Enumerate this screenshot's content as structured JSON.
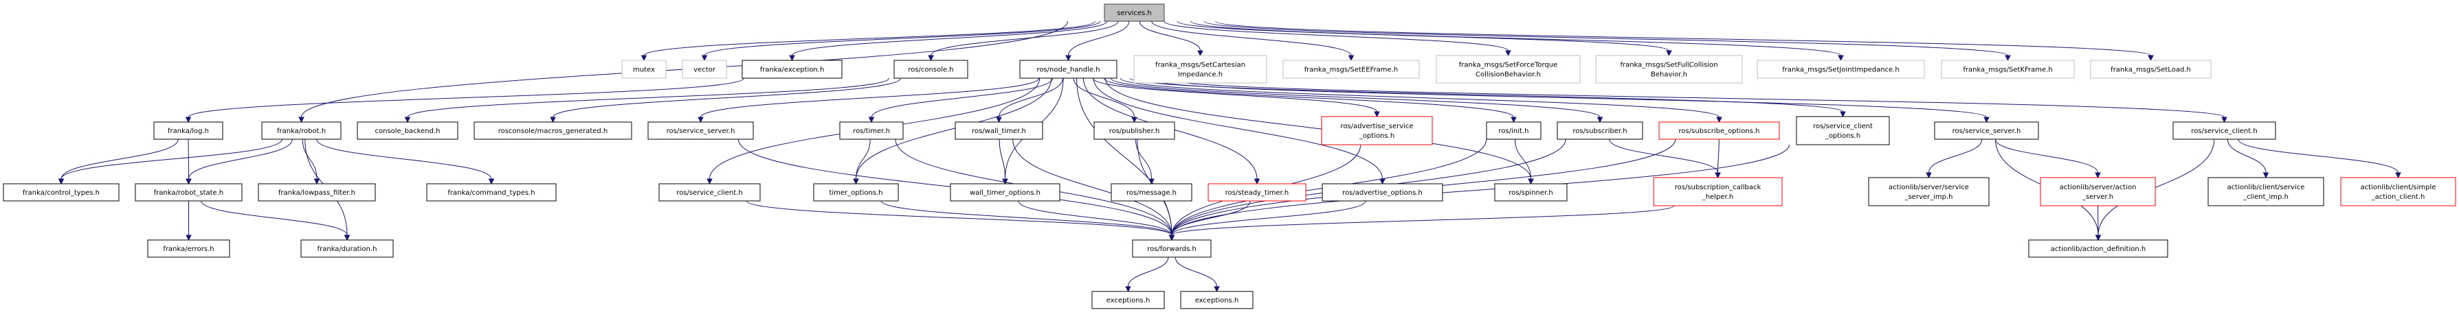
{
  "colors": {
    "edge": "#191970",
    "root_fill": "#bfbfbf",
    "external_border": "#bfbfbf",
    "missing_border": "#ff0000",
    "normal_border": "#000000"
  },
  "nodes": [
    {
      "id": "services",
      "lines": [
        "services.h"
      ],
      "kind": "root"
    },
    {
      "id": "mutex",
      "lines": [
        "mutex"
      ],
      "kind": "external"
    },
    {
      "id": "vector",
      "lines": [
        "vector"
      ],
      "kind": "external"
    },
    {
      "id": "exception",
      "lines": [
        "franka/exception.h"
      ],
      "kind": "normal"
    },
    {
      "id": "console",
      "lines": [
        "ros/console.h"
      ],
      "kind": "normal"
    },
    {
      "id": "node_handle",
      "lines": [
        "ros/node_handle.h"
      ],
      "kind": "normal"
    },
    {
      "id": "setcart",
      "lines": [
        "franka_msgs/SetCartesian",
        "Impedance.h"
      ],
      "kind": "external"
    },
    {
      "id": "seteef",
      "lines": [
        "franka_msgs/SetEEFrame.h"
      ],
      "kind": "external"
    },
    {
      "id": "setforce",
      "lines": [
        "franka_msgs/SetForceTorque",
        "CollisionBehavior.h"
      ],
      "kind": "external"
    },
    {
      "id": "setfull",
      "lines": [
        "franka_msgs/SetFullCollision",
        "Behavior.h"
      ],
      "kind": "external"
    },
    {
      "id": "setjoint",
      "lines": [
        "franka_msgs/SetJointImpedance.h"
      ],
      "kind": "external"
    },
    {
      "id": "setk",
      "lines": [
        "franka_msgs/SetKFrame.h"
      ],
      "kind": "external"
    },
    {
      "id": "setload",
      "lines": [
        "franka_msgs/SetLoad.h"
      ],
      "kind": "external"
    },
    {
      "id": "log",
      "lines": [
        "franka/log.h"
      ],
      "kind": "normal"
    },
    {
      "id": "robot",
      "lines": [
        "franka/robot.h"
      ],
      "kind": "normal"
    },
    {
      "id": "console_backend",
      "lines": [
        "console_backend.h"
      ],
      "kind": "normal"
    },
    {
      "id": "macros",
      "lines": [
        "rosconsole/macros_generated.h"
      ],
      "kind": "normal"
    },
    {
      "id": "srv_server_l",
      "lines": [
        "ros/service_server.h"
      ],
      "kind": "normal"
    },
    {
      "id": "timer",
      "lines": [
        "ros/timer.h"
      ],
      "kind": "normal"
    },
    {
      "id": "wall_timer",
      "lines": [
        "ros/wall_timer.h"
      ],
      "kind": "normal"
    },
    {
      "id": "publisher",
      "lines": [
        "ros/publisher.h"
      ],
      "kind": "normal"
    },
    {
      "id": "adv_srv_opt",
      "lines": [
        "ros/advertise_service",
        "_options.h"
      ],
      "kind": "missing"
    },
    {
      "id": "init",
      "lines": [
        "ros/init.h"
      ],
      "kind": "normal"
    },
    {
      "id": "subscriber",
      "lines": [
        "ros/subscriber.h"
      ],
      "kind": "normal"
    },
    {
      "id": "sub_opt",
      "lines": [
        "ros/subscribe_options.h"
      ],
      "kind": "missing"
    },
    {
      "id": "srv_client_opt",
      "lines": [
        "ros/service_client",
        "_options.h"
      ],
      "kind": "normal"
    },
    {
      "id": "srv_server_r",
      "lines": [
        "ros/service_server.h"
      ],
      "kind": "normal"
    },
    {
      "id": "srv_client_r",
      "lines": [
        "ros/service_client.h"
      ],
      "kind": "normal"
    },
    {
      "id": "control_types",
      "lines": [
        "franka/control_types.h"
      ],
      "kind": "normal"
    },
    {
      "id": "robot_state",
      "lines": [
        "franka/robot_state.h"
      ],
      "kind": "normal"
    },
    {
      "id": "lowpass",
      "lines": [
        "franka/lowpass_filter.h"
      ],
      "kind": "normal"
    },
    {
      "id": "command_types",
      "lines": [
        "franka/command_types.h"
      ],
      "kind": "normal"
    },
    {
      "id": "srv_client_l",
      "lines": [
        "ros/service_client.h"
      ],
      "kind": "normal"
    },
    {
      "id": "timer_options",
      "lines": [
        "timer_options.h"
      ],
      "kind": "normal"
    },
    {
      "id": "wall_timer_options",
      "lines": [
        "wall_timer_options.h"
      ],
      "kind": "normal"
    },
    {
      "id": "message",
      "lines": [
        "ros/message.h"
      ],
      "kind": "normal"
    },
    {
      "id": "steady_timer",
      "lines": [
        "ros/steady_timer.h"
      ],
      "kind": "missing"
    },
    {
      "id": "adv_opt",
      "lines": [
        "ros/advertise_options.h"
      ],
      "kind": "normal"
    },
    {
      "id": "spinner",
      "lines": [
        "ros/spinner.h"
      ],
      "kind": "normal"
    },
    {
      "id": "sub_cb_helper",
      "lines": [
        "ros/subscription_callback",
        "_helper.h"
      ],
      "kind": "missing"
    },
    {
      "id": "srv_server_imp",
      "lines": [
        "actionlib/server/service",
        "_server_imp.h"
      ],
      "kind": "normal"
    },
    {
      "id": "action_server",
      "lines": [
        "actionlib/server/action",
        "_server.h"
      ],
      "kind": "missing"
    },
    {
      "id": "srv_client_imp",
      "lines": [
        "actionlib/client/service",
        "_client_imp.h"
      ],
      "kind": "normal"
    },
    {
      "id": "simple_client",
      "lines": [
        "actionlib/client/simple",
        "_action_client.h"
      ],
      "kind": "missing"
    },
    {
      "id": "errors",
      "lines": [
        "franka/errors.h"
      ],
      "kind": "normal"
    },
    {
      "id": "duration",
      "lines": [
        "franka/duration.h"
      ],
      "kind": "normal"
    },
    {
      "id": "forwards",
      "lines": [
        "ros/forwards.h"
      ],
      "kind": "normal"
    },
    {
      "id": "action_def",
      "lines": [
        "actionlib/action_definition.h"
      ],
      "kind": "normal"
    },
    {
      "id": "exceptions1",
      "lines": [
        "exceptions.h"
      ],
      "kind": "normal"
    },
    {
      "id": "exceptions2",
      "lines": [
        "exceptions.h"
      ],
      "kind": "normal"
    }
  ],
  "edges": [
    [
      "services",
      "mutex"
    ],
    [
      "services",
      "vector"
    ],
    [
      "services",
      "exception"
    ],
    [
      "services",
      "console"
    ],
    [
      "services",
      "node_handle"
    ],
    [
      "services",
      "setcart"
    ],
    [
      "services",
      "seteef"
    ],
    [
      "services",
      "setforce"
    ],
    [
      "services",
      "setfull"
    ],
    [
      "services",
      "setjoint"
    ],
    [
      "services",
      "setk"
    ],
    [
      "services",
      "setload"
    ],
    [
      "services",
      "robot"
    ],
    [
      "exception",
      "log"
    ],
    [
      "console",
      "console_backend"
    ],
    [
      "console",
      "macros"
    ],
    [
      "node_handle",
      "srv_server_l"
    ],
    [
      "node_handle",
      "srv_client_l"
    ],
    [
      "node_handle",
      "timer"
    ],
    [
      "node_handle",
      "timer_options"
    ],
    [
      "node_handle",
      "wall_timer"
    ],
    [
      "node_handle",
      "wall_timer_options"
    ],
    [
      "node_handle",
      "publisher"
    ],
    [
      "node_handle",
      "steady_timer"
    ],
    [
      "node_handle",
      "adv_opt"
    ],
    [
      "node_handle",
      "adv_srv_opt"
    ],
    [
      "node_handle",
      "init"
    ],
    [
      "node_handle",
      "spinner"
    ],
    [
      "node_handle",
      "subscriber"
    ],
    [
      "node_handle",
      "sub_opt"
    ],
    [
      "node_handle",
      "srv_client_opt"
    ],
    [
      "node_handle",
      "srv_server_r"
    ],
    [
      "node_handle",
      "srv_client_r"
    ],
    [
      "node_handle",
      "forwards"
    ],
    [
      "log",
      "control_types"
    ],
    [
      "log",
      "robot_state"
    ],
    [
      "robot",
      "control_types"
    ],
    [
      "robot",
      "robot_state"
    ],
    [
      "robot",
      "lowpass"
    ],
    [
      "robot",
      "command_types"
    ],
    [
      "robot",
      "duration"
    ],
    [
      "robot_state",
      "errors"
    ],
    [
      "robot_state",
      "duration"
    ],
    [
      "srv_server_l",
      "forwards"
    ],
    [
      "srv_client_l",
      "forwards"
    ],
    [
      "timer",
      "timer_options"
    ],
    [
      "timer",
      "forwards"
    ],
    [
      "wall_timer",
      "wall_timer_options"
    ],
    [
      "wall_timer",
      "forwards"
    ],
    [
      "timer_options",
      "forwards"
    ],
    [
      "wall_timer_options",
      "forwards"
    ],
    [
      "publisher",
      "message"
    ],
    [
      "publisher",
      "forwards"
    ],
    [
      "steady_timer",
      "forwards"
    ],
    [
      "adv_opt",
      "forwards"
    ],
    [
      "adv_srv_opt",
      "forwards"
    ],
    [
      "init",
      "spinner"
    ],
    [
      "init",
      "forwards"
    ],
    [
      "subscriber",
      "sub_cb_helper"
    ],
    [
      "subscriber",
      "forwards"
    ],
    [
      "sub_opt",
      "sub_cb_helper"
    ],
    [
      "sub_opt",
      "forwards"
    ],
    [
      "srv_client_opt",
      "forwards"
    ],
    [
      "sub_cb_helper",
      "forwards"
    ],
    [
      "srv_server_r",
      "srv_server_imp"
    ],
    [
      "srv_server_r",
      "action_server"
    ],
    [
      "srv_server_r",
      "action_def"
    ],
    [
      "action_server",
      "action_def"
    ],
    [
      "srv_client_r",
      "action_def"
    ],
    [
      "srv_client_r",
      "srv_client_imp"
    ],
    [
      "srv_client_r",
      "simple_client"
    ],
    [
      "forwards",
      "exceptions1"
    ],
    [
      "forwards",
      "exceptions2"
    ]
  ]
}
